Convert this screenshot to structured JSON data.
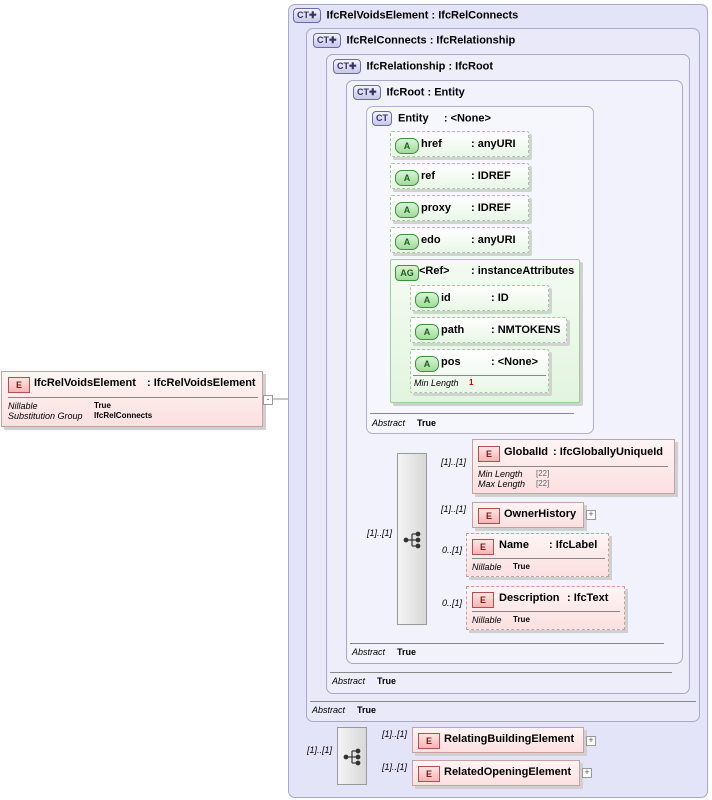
{
  "root_element": {
    "badge": "E",
    "name": "IfcRelVoidsElement",
    "type": ": IfcRelVoidsElement",
    "props": [
      {
        "label": "Nillable",
        "value": "True"
      },
      {
        "label": "Substitution Group",
        "value": "IfcRelConnects"
      }
    ],
    "expander": "-"
  },
  "complex_types": [
    {
      "badge": "CT",
      "name": "IfcRelVoidsElement",
      "type": ": IfcRelConnects"
    },
    {
      "badge": "CT",
      "name": "IfcRelConnects",
      "type": ": IfcRelationship"
    },
    {
      "badge": "CT",
      "name": "IfcRelationship",
      "type": ": IfcRoot"
    },
    {
      "badge": "CT",
      "name": "IfcRoot",
      "type": ": Entity"
    },
    {
      "badge": "CT",
      "name": "Entity",
      "type": ": <None>"
    }
  ],
  "entity_attributes": [
    {
      "badge": "A",
      "name": "href",
      "type": ": anyURI"
    },
    {
      "badge": "A",
      "name": "ref",
      "type": ": IDREF"
    },
    {
      "badge": "A",
      "name": "proxy",
      "type": ": IDREF"
    },
    {
      "badge": "A",
      "name": "edo",
      "type": ": anyURI"
    }
  ],
  "attribute_group": {
    "badge": "AG",
    "name": "<Ref>",
    "type": ": instanceAttributes",
    "attributes": [
      {
        "badge": "A",
        "name": "id",
        "type": ": ID"
      },
      {
        "badge": "A",
        "name": "path",
        "type": ": NMTOKENS"
      },
      {
        "badge": "A",
        "name": "pos",
        "type": ": <None>",
        "prop_label": "Min Length",
        "prop_value": "1"
      }
    ]
  },
  "abstract": {
    "label": "Abstract",
    "value": "True"
  },
  "ifcroot_sequence": {
    "cardinality": "[1]..[1]",
    "children": [
      {
        "badge": "E",
        "name": "GlobalId",
        "type": ": IfcGloballyUniqueId",
        "cardinality": "[1]..[1]",
        "props": [
          {
            "label": "Min Length",
            "value": "[22]"
          },
          {
            "label": "Max Length",
            "value": "[22]"
          }
        ]
      },
      {
        "badge": "E",
        "name": "OwnerHistory",
        "type": "",
        "cardinality": "[1]..[1]",
        "expander": "+"
      },
      {
        "badge": "E",
        "name": "Name",
        "type": ": IfcLabel",
        "cardinality": "0..[1]",
        "props": [
          {
            "label": "Nillable",
            "value": "True"
          }
        ]
      },
      {
        "badge": "E",
        "name": "Description",
        "type": ": IfcText",
        "cardinality": "0..[1]",
        "props": [
          {
            "label": "Nillable",
            "value": "True"
          }
        ]
      }
    ]
  },
  "voids_sequence": {
    "cardinality": "[1]..[1]",
    "children": [
      {
        "badge": "E",
        "name": "RelatingBuildingElement",
        "cardinality": "[1]..[1]",
        "expander": "+"
      },
      {
        "badge": "E",
        "name": "RelatedOpeningElement",
        "cardinality": "[1]..[1]",
        "expander": "+"
      }
    ]
  }
}
